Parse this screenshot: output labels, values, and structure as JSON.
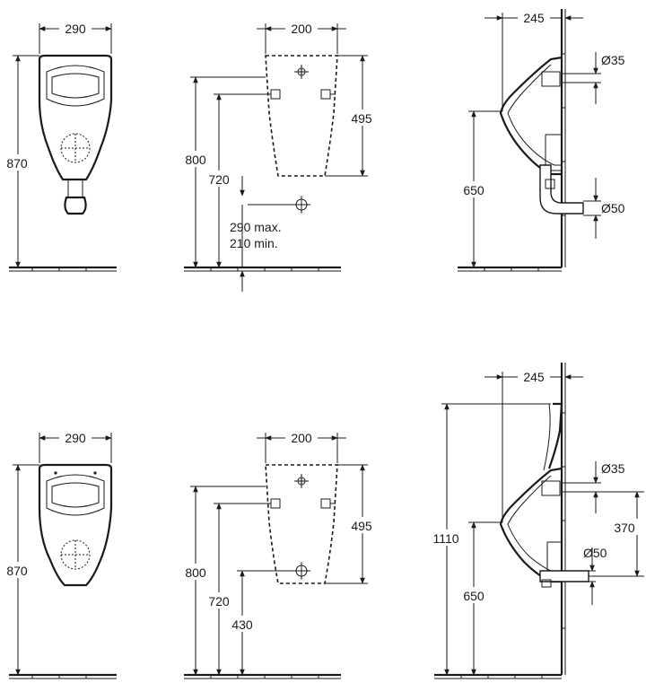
{
  "top": {
    "front_width": "290",
    "front_height": "870",
    "back_width": "200",
    "back_height": "495",
    "back_level_800": "800",
    "back_level_720": "720",
    "inlet_note_max": "290 max.",
    "inlet_note_min": "210 min.",
    "side_depth": "245",
    "side_inlet_dia": "Ø35",
    "side_outlet_dia": "Ø50",
    "side_height": "650"
  },
  "bottom": {
    "front_width": "290",
    "front_height": "870",
    "back_width": "200",
    "back_height": "495",
    "back_level_800": "800",
    "back_level_720": "720",
    "back_level_430": "430",
    "side_depth": "245",
    "side_inlet_dia": "Ø35",
    "side_offset": "370",
    "side_outlet_dia": "Ø50",
    "side_total": "1110",
    "side_height": "650"
  }
}
